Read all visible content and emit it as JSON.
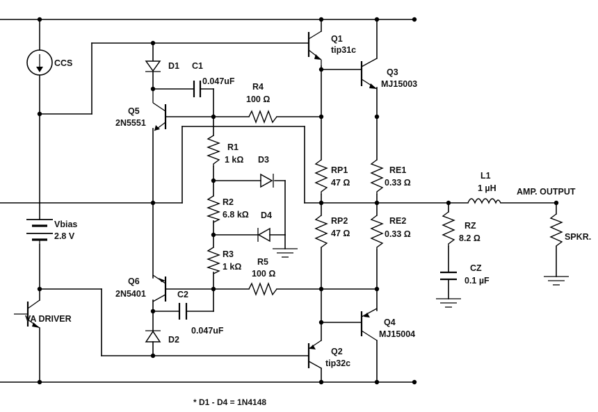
{
  "components": {
    "ccs": {
      "name": "CCS"
    },
    "d1": {
      "name": "D1"
    },
    "c1": {
      "name": "C1",
      "value": "0.047uF"
    },
    "q5": {
      "name": "Q5",
      "part": "2N5551"
    },
    "r4": {
      "name": "R4",
      "value": "100 Ω"
    },
    "q1": {
      "name": "Q1",
      "part": "tip31c"
    },
    "q3": {
      "name": "Q3",
      "part": "MJ15003"
    },
    "r1": {
      "name": "R1",
      "value": "1 kΩ"
    },
    "d3": {
      "name": "D3"
    },
    "r2": {
      "name": "R2",
      "value": "6.8 kΩ"
    },
    "d4": {
      "name": "D4"
    },
    "r3": {
      "name": "R3",
      "value": "1 kΩ"
    },
    "r5": {
      "name": "R5",
      "value": "100 Ω"
    },
    "rp1": {
      "name": "RP1",
      "value": "47 Ω"
    },
    "rp2": {
      "name": "RP2",
      "value": "47 Ω"
    },
    "re1": {
      "name": "RE1",
      "value": "0.33 Ω"
    },
    "re2": {
      "name": "RE2",
      "value": "0.33 Ω"
    },
    "l1": {
      "name": "L1",
      "value": "1 µH"
    },
    "rz": {
      "name": "RZ",
      "value": "8.2 Ω"
    },
    "cz": {
      "name": "CZ",
      "value": "0.1 µF"
    },
    "vbias": {
      "name": "Vbias",
      "value": "2.8 V"
    },
    "va": {
      "name": "VA DRIVER"
    },
    "q6": {
      "name": "Q6",
      "part": "2N5401"
    },
    "c2": {
      "name": "C2",
      "value": "0.047uF"
    },
    "d2": {
      "name": "D2"
    },
    "q4": {
      "name": "Q4",
      "part": "MJ15004"
    },
    "q2": {
      "name": "Q2",
      "part": "tip32c"
    }
  },
  "output_label": "AMP. OUTPUT",
  "speaker_label": "SPKR.",
  "footnote": "* D1 - D4  =  1N4148"
}
